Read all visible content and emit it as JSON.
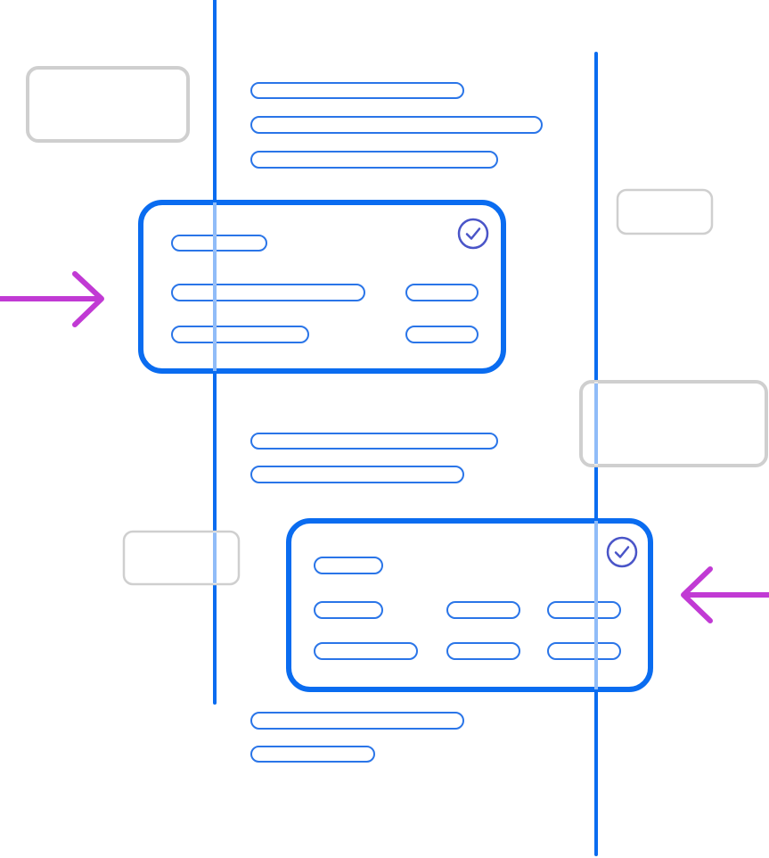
{
  "colors": {
    "background": "#ffffff",
    "accent_blue": "#0a6cf0",
    "outline_blue": "#2a75e8",
    "check_circle": "#4a55c8",
    "placeholder_gray": "#cfcfcf",
    "arrow_magenta": "#c13ad4"
  },
  "icons": {
    "card_status": "check-circle-icon",
    "pointer_left_card": "arrow-right-icon",
    "pointer_right_card": "arrow-left-icon"
  },
  "cards": [
    {
      "name": "highlighted-card-1",
      "status": "selected",
      "line_groups": 3
    },
    {
      "name": "highlighted-card-2",
      "status": "selected",
      "line_groups": 3
    }
  ]
}
